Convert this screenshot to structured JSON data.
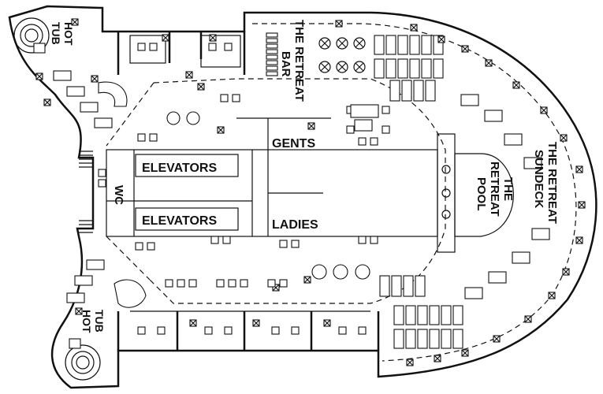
{
  "labels": {
    "hot_tub_top": [
      "HOT",
      "TUB"
    ],
    "hot_tub_bottom": [
      "HOT",
      "TUB"
    ],
    "retreat_bar": [
      "THE RETREAT",
      "BAR"
    ],
    "gents": "GENTS",
    "elevators_top": "ELEVATORS",
    "elevators_bottom": "ELEVATORS",
    "wc": "WC",
    "ladies": "LADIES",
    "retreat_pool": [
      "THE",
      "RETREAT",
      "POOL"
    ],
    "retreat_sundeck": [
      "THE RETREAT",
      "SUNDECK"
    ]
  },
  "colors": {
    "line": "#111111",
    "background": "#ffffff"
  }
}
